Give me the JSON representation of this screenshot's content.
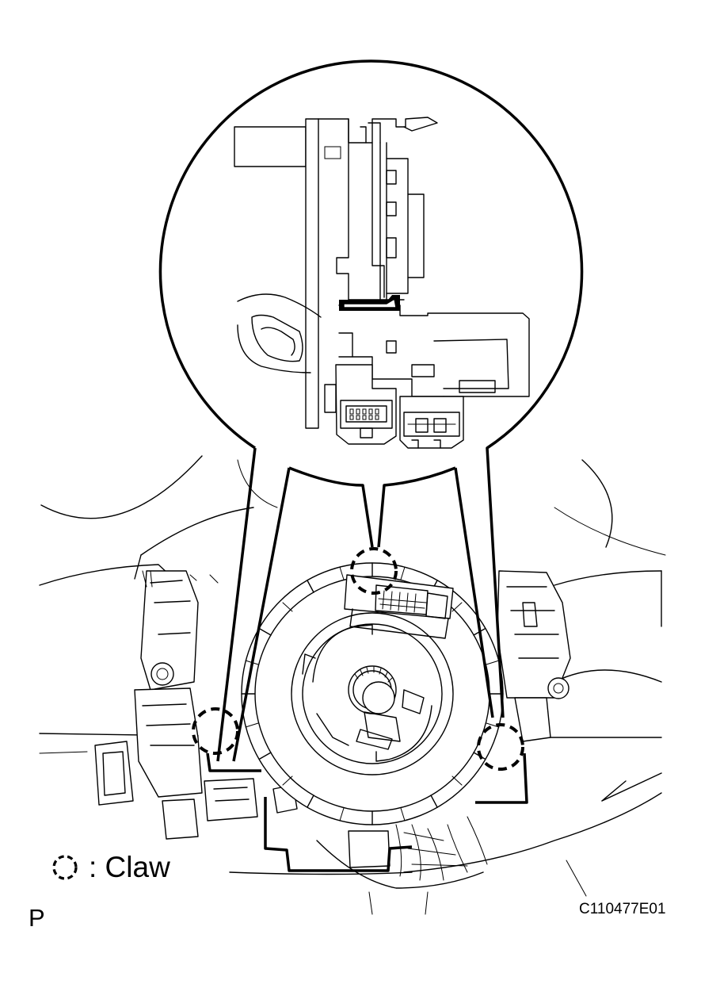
{
  "legend": {
    "symbol_icon": "dashed-circle-icon",
    "label": ": Claw"
  },
  "view_code": "P",
  "figure_id": "C110477E01",
  "claw_markers": 3
}
